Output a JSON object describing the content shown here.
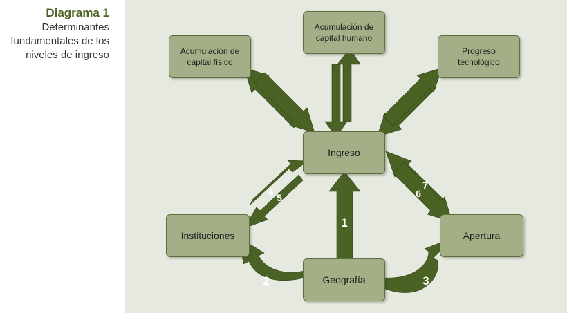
{
  "caption": {
    "title": "Diagrama 1",
    "subtitle_lines": [
      "Determinantes",
      "fundamentales de los",
      "niveles de ingreso"
    ]
  },
  "nodes": {
    "capital_fisico": {
      "lines": [
        "Acumulación de",
        "capital físico"
      ]
    },
    "capital_humano": {
      "lines": [
        "Acumulación de",
        "capital humano"
      ]
    },
    "progreso": {
      "lines": [
        "Progreso",
        "tecnológico"
      ]
    },
    "ingreso": "Ingreso",
    "instituciones": "Instituciones",
    "geografia": "Geografía",
    "apertura": "Apertura"
  },
  "arrow_numbers": {
    "n1": "1",
    "n2": "2",
    "n3": "3",
    "n4": "4",
    "n5": "5",
    "n6": "6",
    "n7": "7"
  },
  "colors": {
    "arrow": "#4a6324",
    "box_fill": "#a3b087",
    "panel_bg": "#e6e9e0",
    "title": "#4a6324"
  }
}
